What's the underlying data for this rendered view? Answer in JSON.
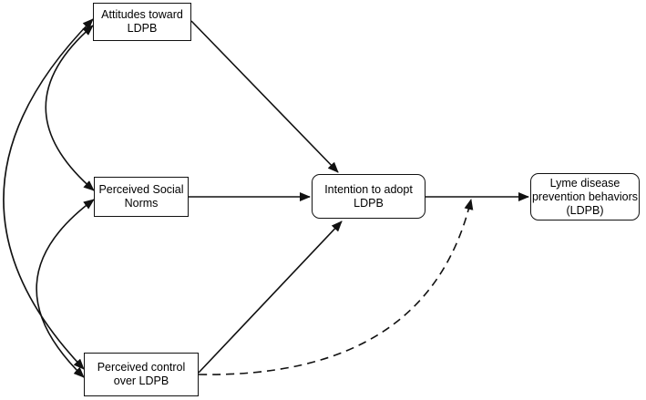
{
  "diagram": {
    "background_color": "#ffffff",
    "stroke_color": "#111111",
    "nodes": {
      "attitudes": {
        "shape": "rectangle",
        "lines": [
          "Attitudes toward",
          "LDPB"
        ]
      },
      "social_norms": {
        "shape": "rectangle",
        "lines": [
          "Perceived Social",
          "Norms"
        ]
      },
      "perceived_control": {
        "shape": "rectangle",
        "lines": [
          "Perceived control",
          "over LDPB"
        ]
      },
      "intention": {
        "shape": "rounded-rectangle",
        "lines": [
          "Intention to adopt",
          "LDPB"
        ]
      },
      "behaviors": {
        "shape": "rounded-rectangle",
        "lines": [
          "Lyme disease",
          "prevention behaviors",
          "(LDPB)"
        ]
      }
    },
    "edges": [
      {
        "from": "attitudes",
        "to": "intention",
        "style": "solid",
        "heads": "end"
      },
      {
        "from": "social_norms",
        "to": "intention",
        "style": "solid",
        "heads": "end"
      },
      {
        "from": "perceived_control",
        "to": "intention",
        "style": "solid",
        "heads": "end"
      },
      {
        "from": "intention",
        "to": "behaviors",
        "style": "solid",
        "heads": "end"
      },
      {
        "from": "perceived_control",
        "to": "intention-behaviors-pathway",
        "style": "dashed",
        "heads": "end"
      },
      {
        "from": "attitudes",
        "to": "social_norms",
        "style": "solid",
        "heads": "both"
      },
      {
        "from": "social_norms",
        "to": "perceived_control",
        "style": "solid",
        "heads": "both"
      },
      {
        "from": "attitudes",
        "to": "perceived_control",
        "style": "solid",
        "heads": "both"
      }
    ]
  }
}
